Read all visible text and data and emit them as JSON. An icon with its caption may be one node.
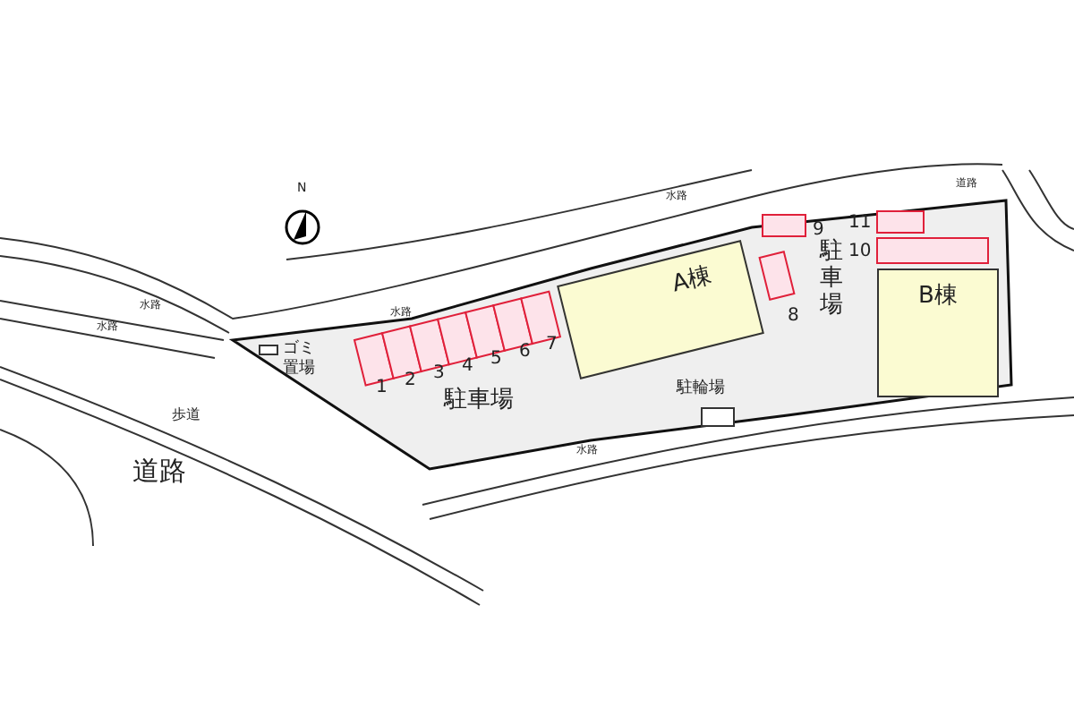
{
  "diagram": {
    "nodes": [
      {
        "text": [
          "A棟"
        ]
      },
      {
        "text": [
          "B棟"
        ]
      }
    ],
    "labels": [
      "N",
      "水路",
      "道路",
      "9",
      "11",
      "10",
      "駐車場",
      "8",
      "水路",
      "水路",
      "水路",
      "ゴミ置場",
      "歩道",
      "1",
      "2",
      "3",
      "4",
      "5",
      "6",
      "7",
      "駐車場",
      "駐輪場",
      "水路",
      "道路"
    ]
  }
}
